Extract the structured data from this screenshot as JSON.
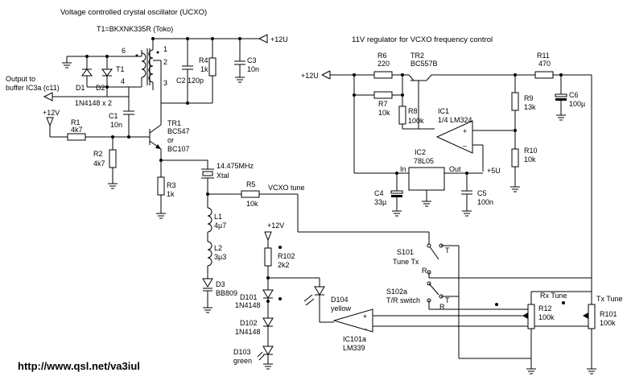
{
  "titles": {
    "vcxo": "Voltage controlled crystal oscillator (UCXO)",
    "t1_type": "T1=BKXNK335R (Toko)",
    "regulator": "11V regulator for VCXO frequency control",
    "url": "http://www.qsl.net/va3iul"
  },
  "rails": {
    "plus12u_top": "+12U",
    "plus12u_left": "+12U",
    "plus12v_r1": "+12V",
    "plus12v_r102": "+12V",
    "plus5u": "+5U"
  },
  "labels": {
    "output_line1": "Output to",
    "output_line2": "buffer IC3a (c11)",
    "diode_pair": "1N4148 x 2",
    "t1": "T1",
    "freq": "14.475MHz",
    "xtal": "Xtal",
    "vcxo_tune": "VCXO tune",
    "rx_tune": "Rx Tune",
    "tx_tune": "Tx Tune",
    "pin_in": "In",
    "pin_out": "Out",
    "op_plus": "+",
    "op_minus": "–"
  },
  "pins": {
    "p1": "1",
    "p2": "2",
    "p3": "3",
    "p4": "4",
    "p6": "6"
  },
  "components": {
    "d1": "D1",
    "d2": "D2",
    "c1": "C1",
    "c1_val": "10n",
    "c2": "C2",
    "c2_val": "120p",
    "r4": "R4",
    "r4_val": "1k",
    "c3": "C3",
    "c3_val": "10n",
    "r1": "R1",
    "r1_val": "4k7",
    "r2": "R2",
    "r2_val": "4k7",
    "tr1": "TR1",
    "tr1_a": "BC547",
    "tr1_b": "or",
    "tr1_c": "BC107",
    "r3": "R3",
    "r3_val": "1k",
    "r5": "R5",
    "r5_val": "10k",
    "l1": "L1",
    "l1_val": "4µ7",
    "l2": "L2",
    "l2_val": "3µ3",
    "d3": "D3",
    "d3_val": "BB809",
    "r6": "R6",
    "r6_val": "220",
    "tr2": "TR2",
    "tr2_val": "BC557B",
    "r11": "R11",
    "r11_val": "470",
    "r7": "R7",
    "r7_val": "10k",
    "r8": "R8",
    "r8_val": "100k",
    "ic1": "IC1",
    "ic1_val": "1/4 LM324",
    "r9": "R9",
    "r9_val": "13k",
    "c6": "C6",
    "c6_val": "100µ",
    "r10": "R10",
    "r10_val": "10k",
    "ic2": "IC2",
    "ic2_val": "78L05",
    "c4": "C4",
    "c4_val": "33µ",
    "c5": "C5",
    "c5_val": "100n",
    "r102": "R102",
    "r102_val": "2k2",
    "d101": "D101",
    "d101_val": "1N4148",
    "d102": "D102",
    "d102_val": "1N4148",
    "d103": "D103",
    "d103_val": "green",
    "d104": "D104",
    "d104_val": "yellow",
    "ic101": "IC101a",
    "ic101_val": "LM339",
    "s101": "S101",
    "s101_val": "Tune Tx",
    "s102": "S102a",
    "s102_val": "T/R switch",
    "r12": "R12",
    "r12_val": "100k",
    "r101": "R101",
    "r101_val": "100k"
  },
  "switch_contacts": {
    "s101_t": "T",
    "s101_r": "R",
    "s102_t": "T",
    "s102_r": "R"
  }
}
